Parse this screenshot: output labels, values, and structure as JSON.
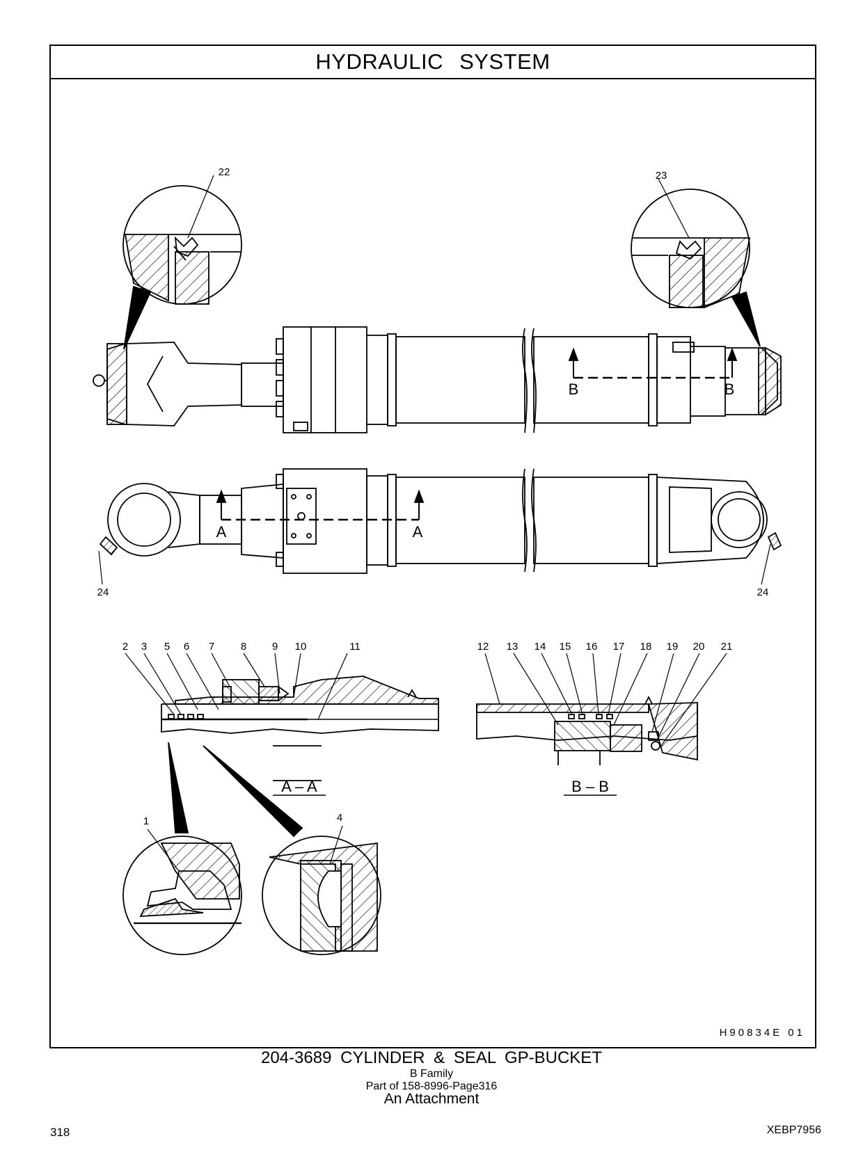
{
  "header": {
    "title": "HYDRAULIC SYSTEM"
  },
  "callouts": [
    "1",
    "2",
    "3",
    "4",
    "5",
    "6",
    "7",
    "8",
    "9",
    "10",
    "11",
    "12",
    "13",
    "14",
    "15",
    "16",
    "17",
    "18",
    "19",
    "20",
    "21",
    "22",
    "23",
    "24",
    "24"
  ],
  "section_markers": {
    "a": "A",
    "b": "B"
  },
  "section_titles": {
    "aa": "A – A",
    "bb": "B – B"
  },
  "illustration_code": "H90834E  01",
  "caption": {
    "main": "204-3689  CYLINDER & SEAL GP-BUCKET",
    "line2": "B Family",
    "line3": "Part of 158-8996-Page316",
    "line4": "An Attachment"
  },
  "footer": {
    "page_number": "318",
    "doc_id": "XEBP7956"
  }
}
